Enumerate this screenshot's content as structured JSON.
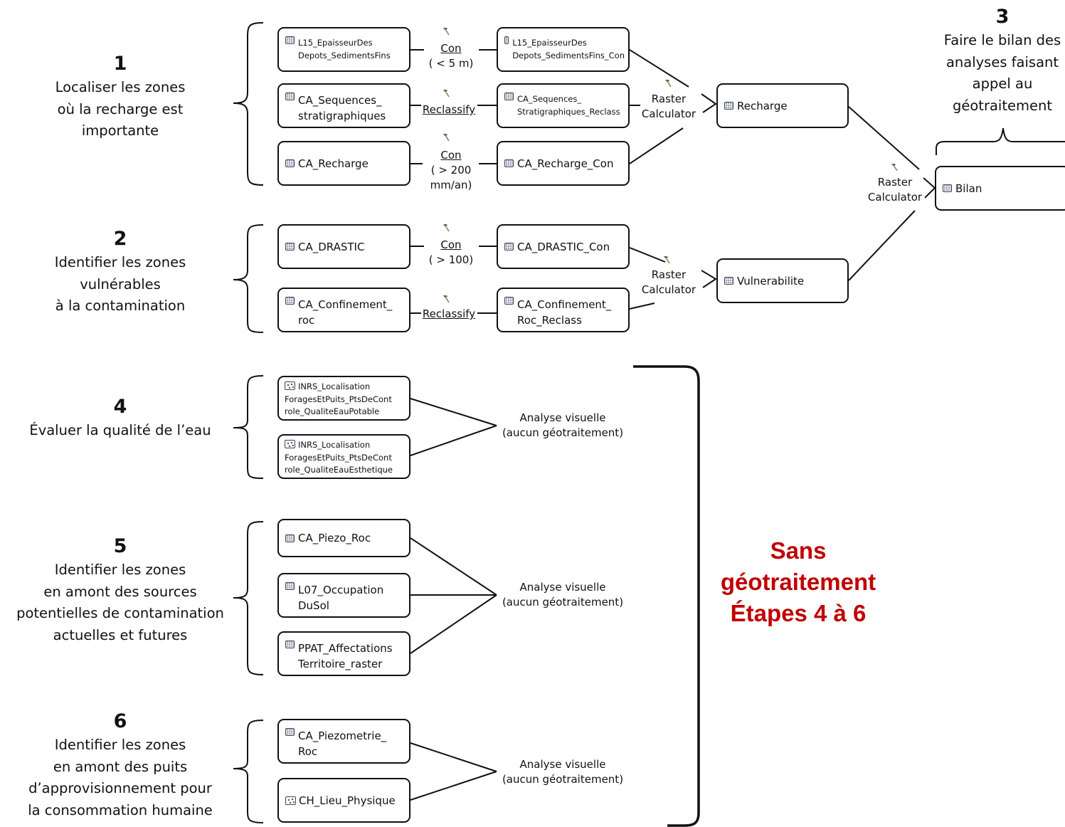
{
  "steps": {
    "s1": {
      "number": "1",
      "lines": [
        "Localiser les zones",
        "où la recharge est",
        "importante"
      ]
    },
    "s2": {
      "number": "2",
      "lines": [
        "Identifier les zones",
        "vulnérables",
        "à la contamination"
      ]
    },
    "s3": {
      "number": "3",
      "lines": [
        "Faire le bilan des",
        "analyses faisant",
        "appel au",
        "géotraitement"
      ]
    },
    "s4": {
      "number": "4",
      "lines": [
        "Évaluer la qualité de l’eau"
      ]
    },
    "s5": {
      "number": "5",
      "lines": [
        "Identifier les zones",
        "en amont des sources",
        "potentielles de contamination",
        "actuelles et futures"
      ]
    },
    "s6": {
      "number": "6",
      "lines": [
        "Identifier les zones",
        "en amont des puits",
        "d’approvisionnement pour",
        "la consommation humaine"
      ]
    }
  },
  "layers": {
    "epaisseur": {
      "label": "L15_EpaisseurDes\nDepots_SedimentsFins",
      "icon": "raster-icon"
    },
    "epaisseur_con": {
      "label": "L15_EpaisseurDes\nDepots_SedimentsFins_Con",
      "icon": "raster-icon"
    },
    "sequences": {
      "label": "CA_Sequences_\nstratigraphiques",
      "icon": "raster-icon"
    },
    "sequences_reclass": {
      "label": "CA_Sequences_\nStratigraphiques_Reclass",
      "icon": "raster-icon"
    },
    "recharge_in": {
      "label": "CA_Recharge",
      "icon": "raster-icon"
    },
    "recharge_con": {
      "label": "CA_Recharge_Con",
      "icon": "raster-icon"
    },
    "recharge": {
      "label": "Recharge",
      "icon": "raster-icon"
    },
    "drastic": {
      "label": "CA_DRASTIC",
      "icon": "raster-icon"
    },
    "drastic_con": {
      "label": "CA_DRASTIC_Con",
      "icon": "raster-icon"
    },
    "confinement": {
      "label": "CA_Confinement_\nroc",
      "icon": "raster-icon"
    },
    "confinement_reclass": {
      "label": "CA_Confinement_\nRoc_Reclass",
      "icon": "raster-icon"
    },
    "vulnerabilite": {
      "label": "Vulnerabilite",
      "icon": "raster-icon"
    },
    "bilan": {
      "label": "Bilan",
      "icon": "raster-icon"
    },
    "inrs_potable": {
      "label": "INRS_Localisation\nForagesEtPuits_PtsDeCont\nrole_QualiteEauPotable",
      "icon": "point-icon"
    },
    "inrs_esthetique": {
      "label": "INRS_Localisation\nForagesEtPuits_PtsDeCont\nrole_QualiteEauEsthetique",
      "icon": "point-icon"
    },
    "piezo_roc": {
      "label": "CA_Piezo_Roc",
      "icon": "raster-icon"
    },
    "occupation": {
      "label": "L07_Occupation\nDuSol",
      "icon": "raster-icon"
    },
    "ppat": {
      "label": "PPAT_Affectations\nTerritoire_raster",
      "icon": "raster-icon"
    },
    "piezometrie": {
      "label": "CA_Piezometrie_\nRoc",
      "icon": "raster-icon"
    },
    "ch_lieu": {
      "label": "CH_Lieu_Physique",
      "icon": "point-icon"
    }
  },
  "tools": {
    "con1": {
      "name": "Con",
      "params": [
        "( < 5 m)"
      ]
    },
    "reclassify1": {
      "name": "Reclassify",
      "params": []
    },
    "con2": {
      "name": "Con",
      "params": [
        "( > 200",
        "mm/an)"
      ]
    },
    "raster_calc1": {
      "name": "Raster\nCalculator",
      "params": []
    },
    "raster_calc3": {
      "name": "Raster\nCalculator",
      "params": []
    },
    "con3": {
      "name": "Con",
      "params": [
        "( > 100)"
      ]
    },
    "reclassify2": {
      "name": "Reclassify",
      "params": []
    },
    "raster_calc2": {
      "name": "Raster\nCalculator",
      "params": []
    }
  },
  "visual": {
    "a4": [
      "Analyse visuelle",
      "(aucun géotraitement)"
    ],
    "a5": [
      "Analyse visuelle",
      "(aucun géotraitement)"
    ],
    "a6": [
      "Analyse visuelle",
      "(aucun géotraitement)"
    ]
  },
  "sans": [
    "Sans",
    "géotraitement",
    "Étapes 4 à 6"
  ],
  "colors": {
    "accent": "#c00000",
    "stroke": "#111111"
  }
}
